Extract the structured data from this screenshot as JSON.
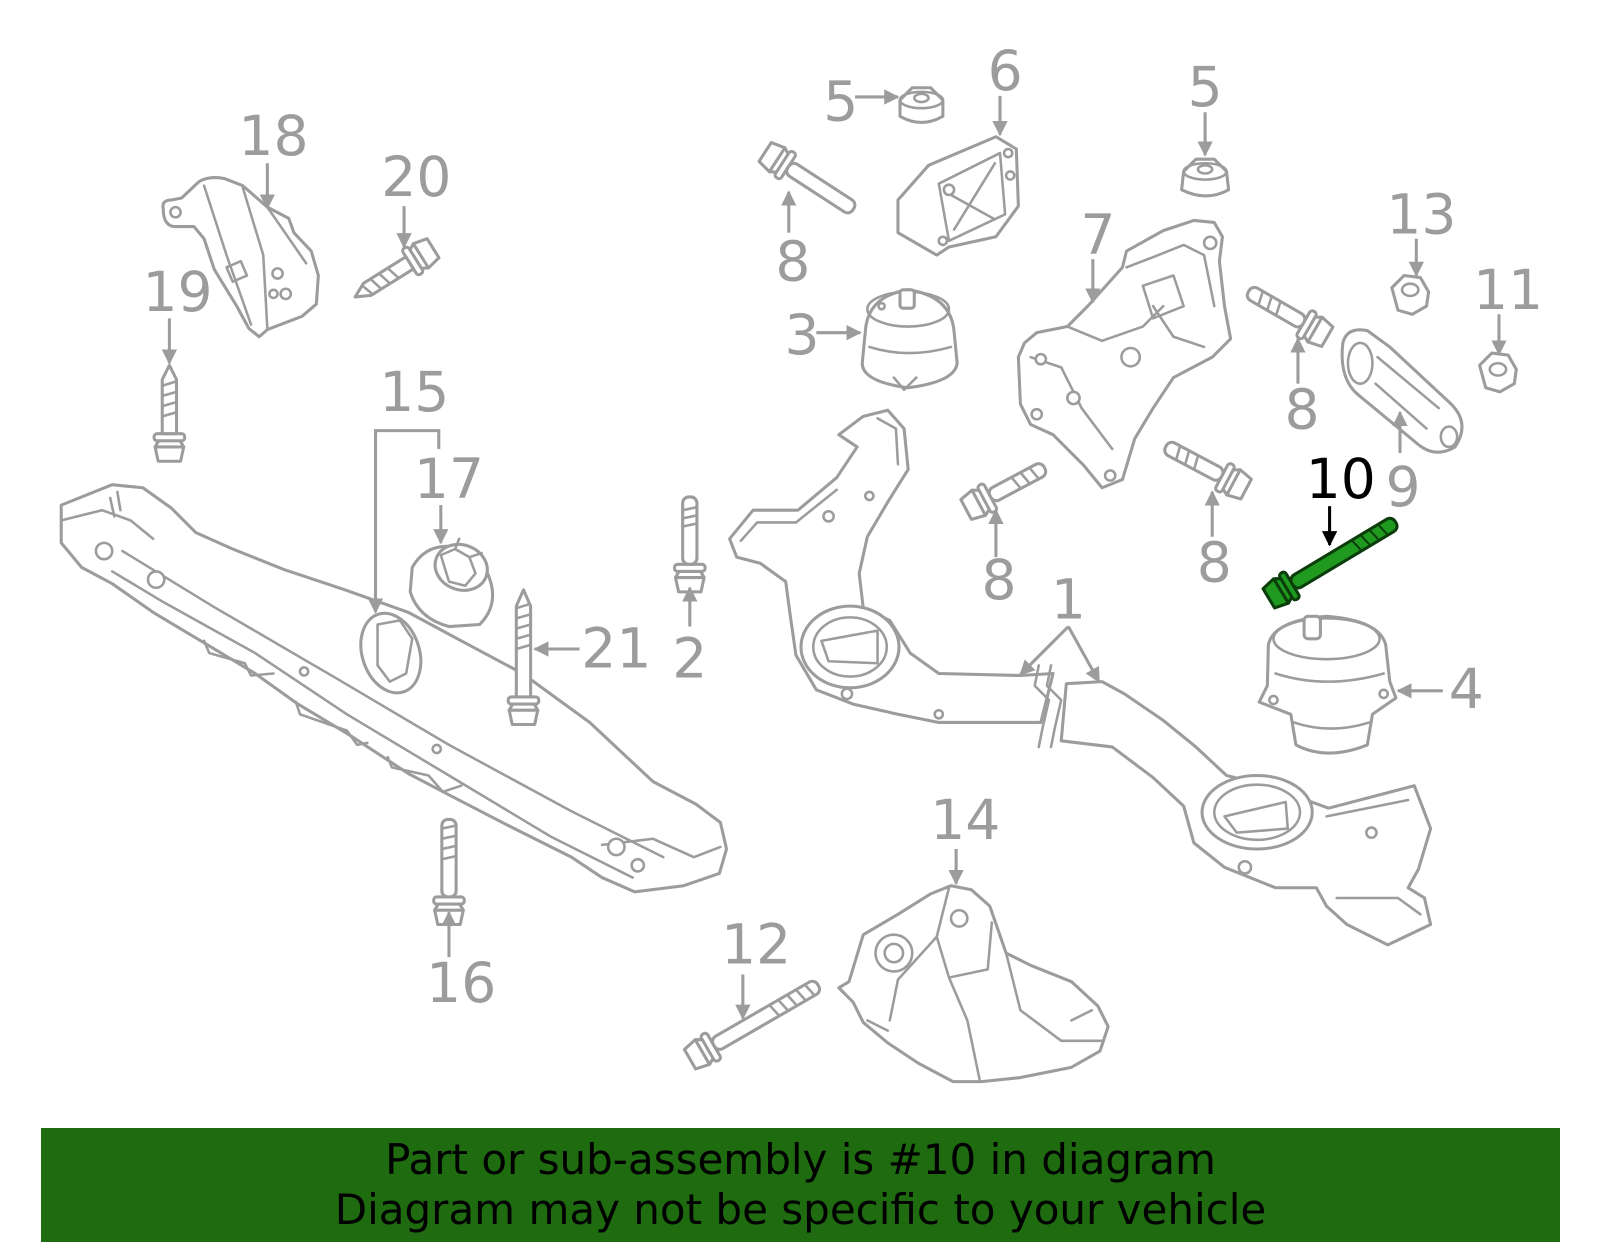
{
  "diagram": {
    "callouts": [
      "18",
      "20",
      "19",
      "15",
      "17",
      "21",
      "2",
      "16",
      "12",
      "14",
      "1",
      "5",
      "6",
      "8",
      "3",
      "7",
      "5",
      "8",
      "13",
      "11",
      "9",
      "10",
      "8",
      "8",
      "4"
    ]
  },
  "banner": {
    "line1": "Part or sub-assembly is #10 in diagram",
    "line2": "Diagram may not be specific to your vehicle"
  },
  "colors": {
    "part_outline": "#9c9c9c",
    "highlighted_part": "#1f9a1f",
    "highlighted_callout": "#000000",
    "banner_background": "#1e6b10",
    "banner_text": "#000000"
  }
}
